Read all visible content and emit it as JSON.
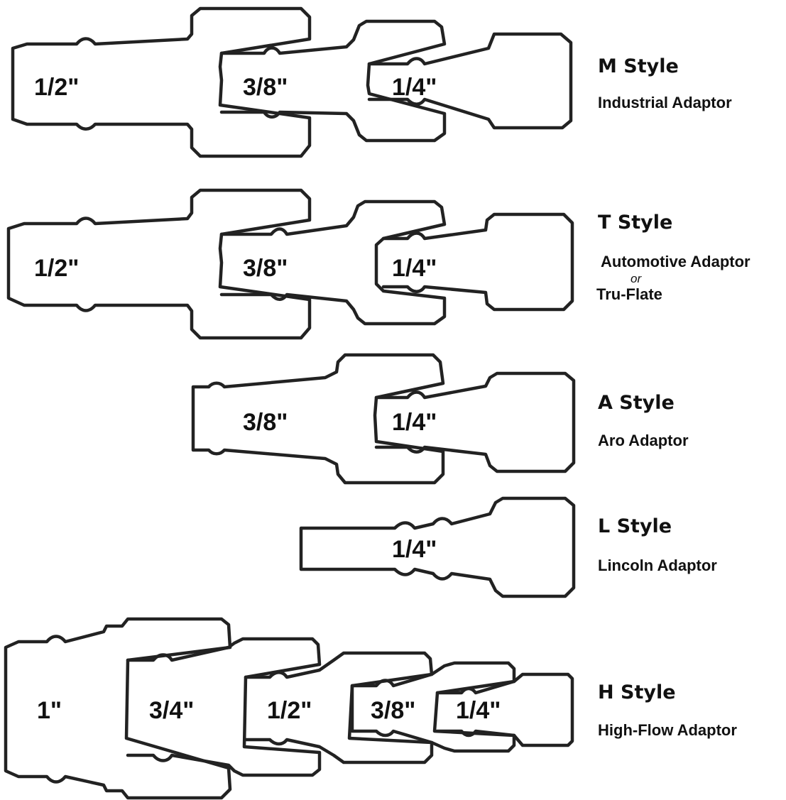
{
  "ink_color": "#222222",
  "background": "#ffffff",
  "m_style": {
    "title": "M Style",
    "description": "Industrial Adaptor",
    "sizes": [
      "1/2\"",
      "3/8\"",
      "1/4\""
    ]
  },
  "t_style": {
    "title": "T Style",
    "description": "Automotive Adaptor",
    "or_text": "or",
    "alt_description": "Tru-Flate",
    "sizes": [
      "1/2\"",
      "3/8\"",
      "1/4\""
    ]
  },
  "a_style": {
    "title": "A Style",
    "description": "Aro Adaptor",
    "sizes": [
      "3/8\"",
      "1/4\""
    ]
  },
  "l_style": {
    "title": "L Style",
    "description": "Lincoln Adaptor",
    "sizes": [
      "1/4\""
    ]
  },
  "h_style": {
    "title": "H Style",
    "description": "High-Flow Adaptor",
    "sizes": [
      "1\"",
      "3/4\"",
      "1/2\"",
      "3/8\"",
      "1/4\""
    ]
  }
}
